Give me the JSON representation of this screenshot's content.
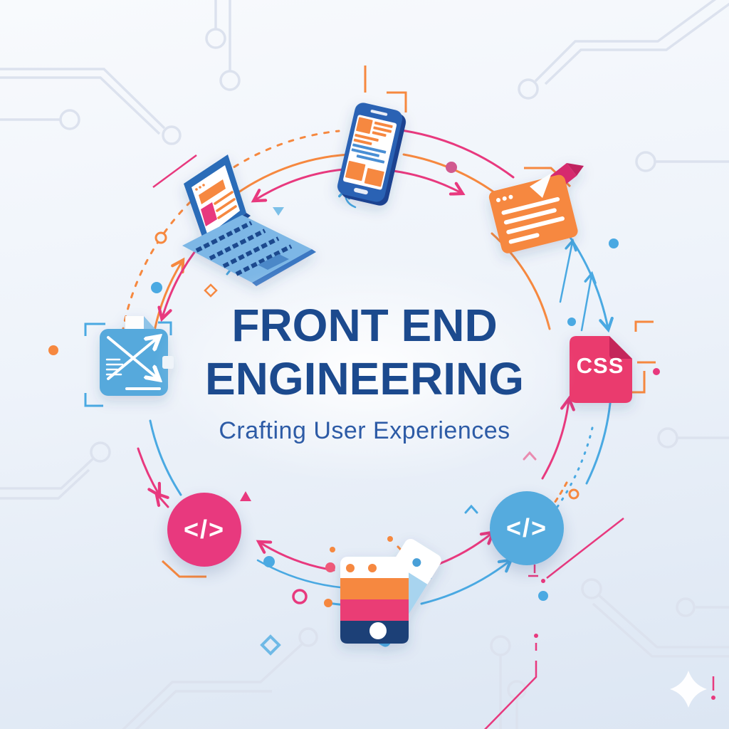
{
  "title": {
    "line1": "FRONT END",
    "line2": "ENGINEERING",
    "subtitle": "Crafting User Experiences"
  },
  "badges": {
    "css_label": "CSS",
    "code_pink_glyph": "</>",
    "code_blue_glyph": "</>"
  },
  "icons": [
    {
      "name": "laptop-illustration",
      "position": "top-left"
    },
    {
      "name": "smartphone-illustration",
      "position": "top"
    },
    {
      "name": "browser-window-illustration",
      "position": "top-right"
    },
    {
      "name": "css-file-icon",
      "position": "right"
    },
    {
      "name": "code-circle-blue",
      "position": "bottom-right"
    },
    {
      "name": "color-swatches-icon",
      "position": "bottom"
    },
    {
      "name": "code-circle-pink",
      "position": "bottom-left"
    },
    {
      "name": "document-chart-icon",
      "position": "left"
    }
  ],
  "colors": {
    "pink": "#E8397E",
    "orange": "#F6883F",
    "blue": "#4AA9E2",
    "blue-badge": "#55ABDE",
    "navy": "#1C4A8E",
    "subtitle": "#2D5BA6",
    "trace": "#DCE2EE",
    "background_top": "#F8FAFD",
    "background_bottom": "#DCE6F3"
  }
}
